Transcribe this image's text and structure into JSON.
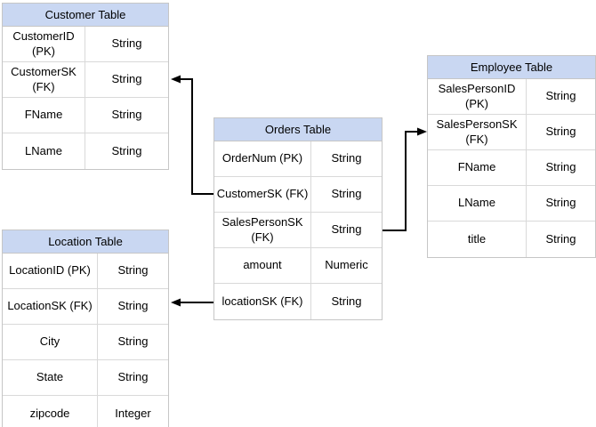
{
  "diagram": {
    "colors": {
      "background": "#ffffff",
      "header_fill": "#c9d7f2",
      "table_border": "#c6c6c6",
      "row_divider": "#d9d9d9",
      "connector": "#000000",
      "text": "#000000"
    },
    "tables": [
      {
        "id": "customer",
        "title": "Customer Table",
        "rows": [
          {
            "field": "CustomerID (PK)",
            "type": "String"
          },
          {
            "field": "CustomerSK\n(FK)",
            "type": "String"
          },
          {
            "field": "FName",
            "type": "String"
          },
          {
            "field": "LName",
            "type": "String"
          }
        ]
      },
      {
        "id": "orders",
        "title": "Orders Table",
        "rows": [
          {
            "field": "OrderNum (PK)",
            "type": "String"
          },
          {
            "field": "CustomerSK (FK)",
            "type": "String"
          },
          {
            "field": "SalesPersonSK\n(FK)",
            "type": "String"
          },
          {
            "field": "amount",
            "type": "Numeric"
          },
          {
            "field": "locationSK (FK)",
            "type": "String"
          }
        ]
      },
      {
        "id": "employee",
        "title": "Employee Table",
        "rows": [
          {
            "field": "SalesPersonID (PK)",
            "type": "String"
          },
          {
            "field": "SalesPersonSK\n(FK)",
            "type": "String"
          },
          {
            "field": "FName",
            "type": "String"
          },
          {
            "field": "LName",
            "type": "String"
          },
          {
            "field": "title",
            "type": "String"
          }
        ]
      },
      {
        "id": "location",
        "title": "Location Table",
        "rows": [
          {
            "field": "LocationID (PK)",
            "type": "String"
          },
          {
            "field": "LocationSK (FK)",
            "type": "String"
          },
          {
            "field": "City",
            "type": "String"
          },
          {
            "field": "State",
            "type": "String"
          },
          {
            "field": "zipcode",
            "type": "Integer"
          }
        ]
      }
    ],
    "relations": [
      {
        "from": "Orders Table / CustomerSK (FK)",
        "to": "Customer Table / CustomerSK (FK)"
      },
      {
        "from": "Orders Table / SalesPersonSK (FK)",
        "to": "Employee Table / SalesPersonSK (FK)"
      },
      {
        "from": "Orders Table / locationSK (FK)",
        "to": "Location Table / LocationSK (FK)"
      }
    ]
  }
}
